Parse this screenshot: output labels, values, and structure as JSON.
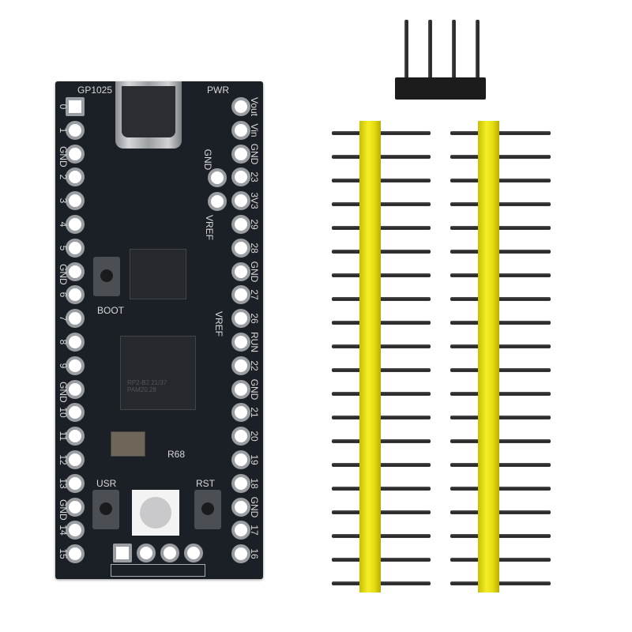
{
  "board": {
    "top_labels": {
      "left": "GP1025",
      "right": "PWR"
    },
    "left_pins": [
      "0",
      "1",
      "GND",
      "2",
      "3",
      "4",
      "5",
      "GND",
      "6",
      "7",
      "8",
      "9",
      "GND",
      "10",
      "11",
      "12",
      "13",
      "GND",
      "14",
      "15"
    ],
    "right_pins": [
      "Vout",
      "Vin",
      "GND",
      "23",
      "3V3",
      "29",
      "28",
      "GND",
      "27",
      "26",
      "RUN",
      "22",
      "GND",
      "21",
      "20",
      "19",
      "18",
      "GND",
      "17",
      "16"
    ],
    "inner_labels": [
      "GND",
      "VREF",
      "VREF"
    ],
    "button_labels": {
      "boot": "BOOT",
      "user": "USR",
      "reset": "RST"
    },
    "resistor_label": "R68",
    "chip_marking": "RP2-B2 21/37 PAM20.28",
    "colors": {
      "pcb": "#1b1f26",
      "header": "#f4ee2a"
    }
  },
  "headers": {
    "long_pin_count": 20,
    "short_pin_count": 4
  }
}
